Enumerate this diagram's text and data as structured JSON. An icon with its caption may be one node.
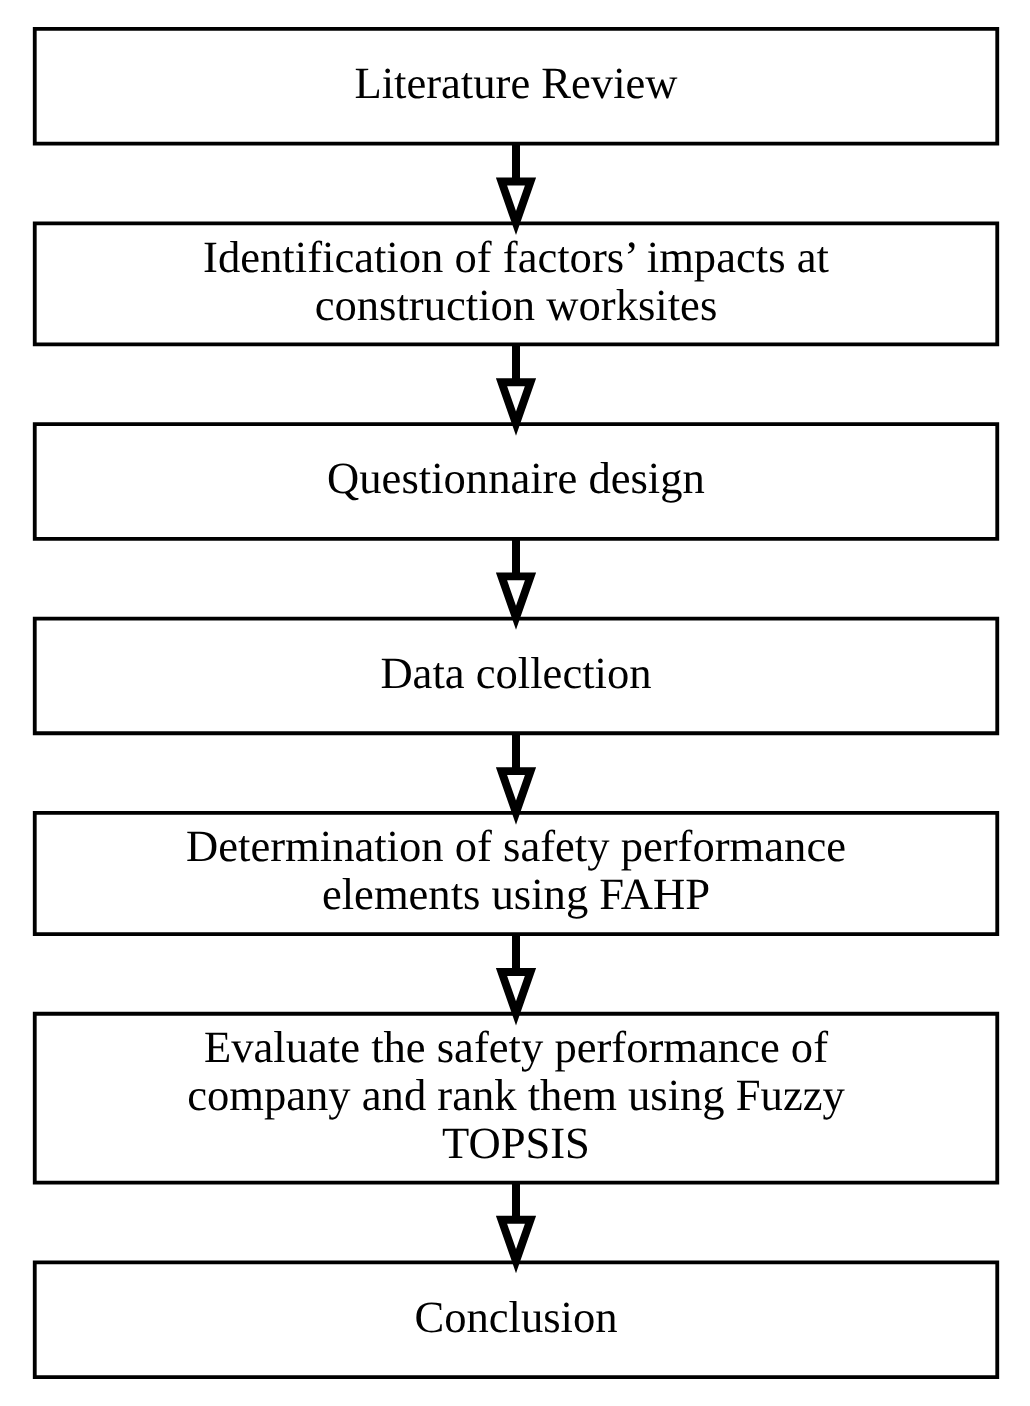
{
  "diagram": {
    "nodes": [
      {
        "text": [
          "Literature Review"
        ]
      },
      {
        "text": [
          "Identification of factors’ impacts at construction worksites"
        ]
      },
      {
        "text": [
          "Questionnaire design"
        ]
      },
      {
        "text": [
          "Data collection"
        ]
      },
      {
        "text": [
          "Determination of safety performance elements using FAHP"
        ]
      },
      {
        "text": [
          "Evaluate the safety performance of company and rank them using Fuzzy TOPSIS"
        ]
      },
      {
        "text": [
          "Conclusion"
        ]
      }
    ],
    "edges": [
      {
        "from": 0,
        "to": 1,
        "arrow": "to"
      },
      {
        "from": 1,
        "to": 2,
        "arrow": "to"
      },
      {
        "from": 2,
        "to": 3,
        "arrow": "to"
      },
      {
        "from": 3,
        "to": 4,
        "arrow": "to"
      },
      {
        "from": 4,
        "to": 5,
        "arrow": "to"
      },
      {
        "from": 5,
        "to": 6,
        "arrow": "to"
      }
    ]
  }
}
